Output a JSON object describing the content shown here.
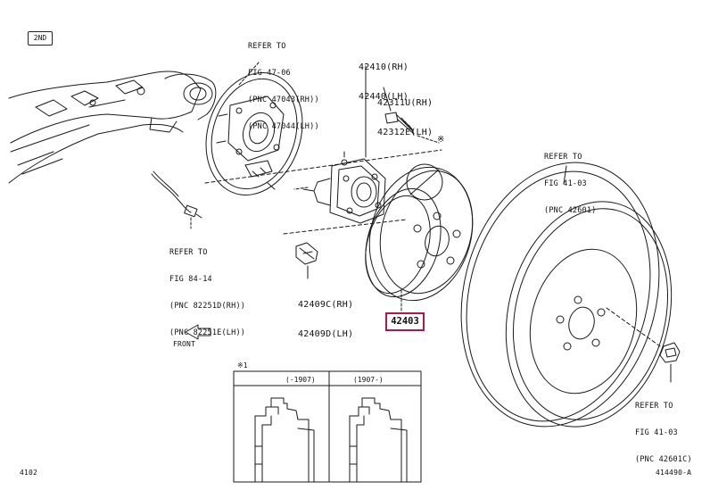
{
  "badge": "2ND",
  "labels": {
    "brake_plate_ref": [
      "REFER TO",
      "FIG 47-06",
      "(PNC 47043(RH))",
      "(PNC 47044(LH))"
    ],
    "bearing": [
      "42410(RH)",
      "42440(LH)"
    ],
    "hub_bolt": [
      "42311U(RH)",
      "42312E(LH)"
    ],
    "sensor_ref": [
      "REFER TO",
      "FIG 84-14",
      "(PNC 82251D(RH))",
      "(PNC 82251E(LH))"
    ],
    "hub_nut": [
      "42409C(RH)",
      "42409D(LH)"
    ],
    "wheel_ref": [
      "REFER TO",
      "FIG 41-03",
      "(PNC 42601)"
    ],
    "wheel_nut_ref": [
      "REFER TO",
      "FIG 41-03",
      "(PNC 42601C)"
    ],
    "front": "FRONT",
    "highlight_part": "42403",
    "mark": "※",
    "inset_title": "※1",
    "inset_left": "(-1907)",
    "inset_right": "(1907-)",
    "footer_left": "4102",
    "footer_right": "414490-A"
  }
}
